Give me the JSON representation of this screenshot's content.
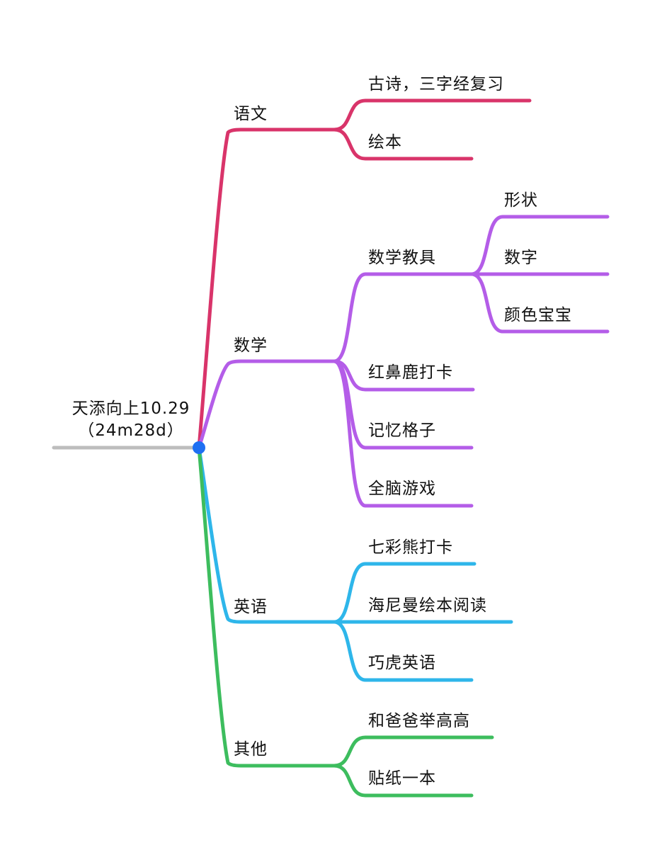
{
  "root": {
    "title": "天添向上10.29",
    "subtitle": "（24m28d）",
    "line_color": "#bdbdbd",
    "dot_color": "#1e6ff2"
  },
  "branches": [
    {
      "label": "语文",
      "color": "#d9346a",
      "children": [
        {
          "label": "古诗，三字经复习"
        },
        {
          "label": "绘本"
        }
      ]
    },
    {
      "label": "数学",
      "color": "#b45de8",
      "children": [
        {
          "label": "数学教具",
          "children": [
            {
              "label": "形状"
            },
            {
              "label": "数字"
            },
            {
              "label": "颜色宝宝"
            }
          ]
        },
        {
          "label": "红鼻鹿打卡"
        },
        {
          "label": "记忆格子"
        },
        {
          "label": "全脑游戏"
        }
      ]
    },
    {
      "label": "英语",
      "color": "#2eb6ea",
      "children": [
        {
          "label": "七彩熊打卡"
        },
        {
          "label": "海尼曼绘本阅读"
        },
        {
          "label": "巧虎英语"
        }
      ]
    },
    {
      "label": "其他",
      "color": "#3dbd5e",
      "children": [
        {
          "label": "和爸爸举高高"
        },
        {
          "label": "贴纸一本"
        }
      ]
    }
  ]
}
